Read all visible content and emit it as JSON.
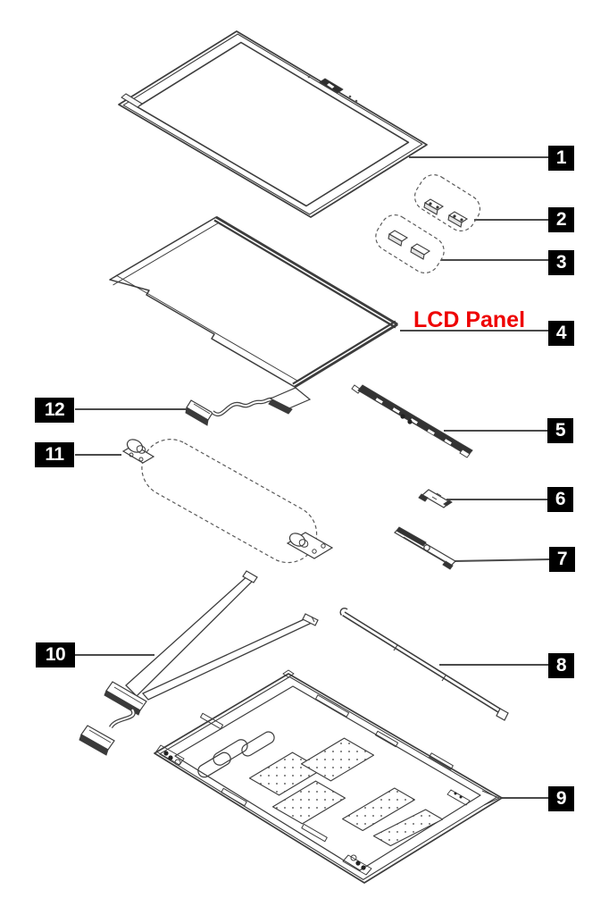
{
  "annotation": {
    "text": "LCD Panel",
    "color": "#ee0000"
  },
  "colors": {
    "label_bg": "#000000",
    "label_fg": "#ffffff",
    "line_art": "#3d3d3d"
  },
  "labels": [
    {
      "num": "1",
      "part": "lcd-bezel"
    },
    {
      "num": "2",
      "part": "bracket-set-upper"
    },
    {
      "num": "3",
      "part": "bracket-set-lower"
    },
    {
      "num": "4",
      "part": "lcd-panel"
    },
    {
      "num": "5",
      "part": "camera-microphone-board"
    },
    {
      "num": "6",
      "part": "small-board"
    },
    {
      "num": "7",
      "part": "small-board-strip"
    },
    {
      "num": "8",
      "part": "support-bar"
    },
    {
      "num": "9",
      "part": "lcd-rear-cover"
    },
    {
      "num": "10",
      "part": "display-cable-assembly"
    },
    {
      "num": "11",
      "part": "hinge-set"
    },
    {
      "num": "12",
      "part": "camera-cable"
    }
  ]
}
